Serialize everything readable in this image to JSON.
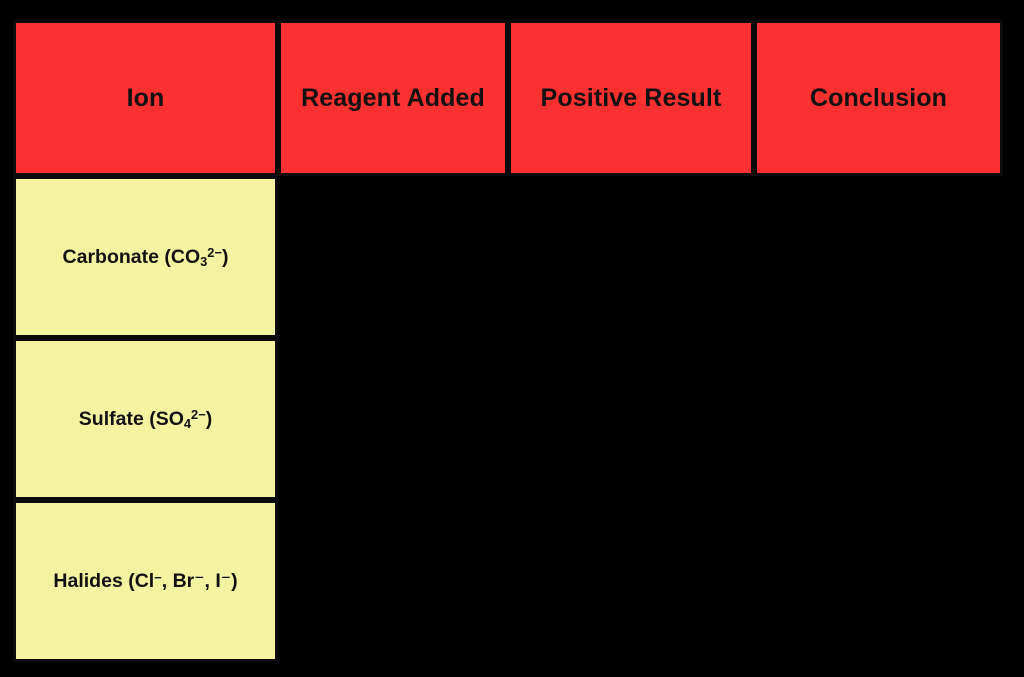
{
  "page": {
    "background_color": "#000000",
    "title": "Ion Identification Tests Table"
  },
  "table": {
    "header_background_color": "#FA3130",
    "row_label_background_color": "#F3F3A2",
    "border_color": "#0A0A0A",
    "text_color": "#111111",
    "columns": [
      {
        "key": "ion",
        "label": "Ion"
      },
      {
        "key": "reagent",
        "label": "Reagent Added"
      },
      {
        "key": "positive",
        "label": "Positive Result"
      },
      {
        "key": "conclusion",
        "label": "Conclusion"
      }
    ],
    "rows": [
      {
        "ion_name": "Carbonate",
        "ion_formula_base": "(CO",
        "ion_formula_sub": "3",
        "ion_formula_sup": "2−",
        "ion_formula_close": ")",
        "ion_full_text": "Carbonate (CO₃²−)",
        "reagent": "",
        "positive": "",
        "conclusion": ""
      },
      {
        "ion_name": "Sulfate",
        "ion_formula_base": "(SO",
        "ion_formula_sub": "4",
        "ion_formula_sup": "2−",
        "ion_formula_close": ")",
        "ion_full_text": "Sulfate (SO₄²−)",
        "reagent": "",
        "positive": "",
        "conclusion": ""
      },
      {
        "ion_name": "Halides",
        "ion_formula_base": "(Cl",
        "ion_formula_sub": "",
        "ion_formula_sup": "−",
        "ion_formula_close": ", Br⁻, I⁻)",
        "ion_full_text": "Halides (Cl⁻, Br⁻, I⁻)",
        "reagent": "",
        "positive": "",
        "conclusion": ""
      }
    ]
  }
}
